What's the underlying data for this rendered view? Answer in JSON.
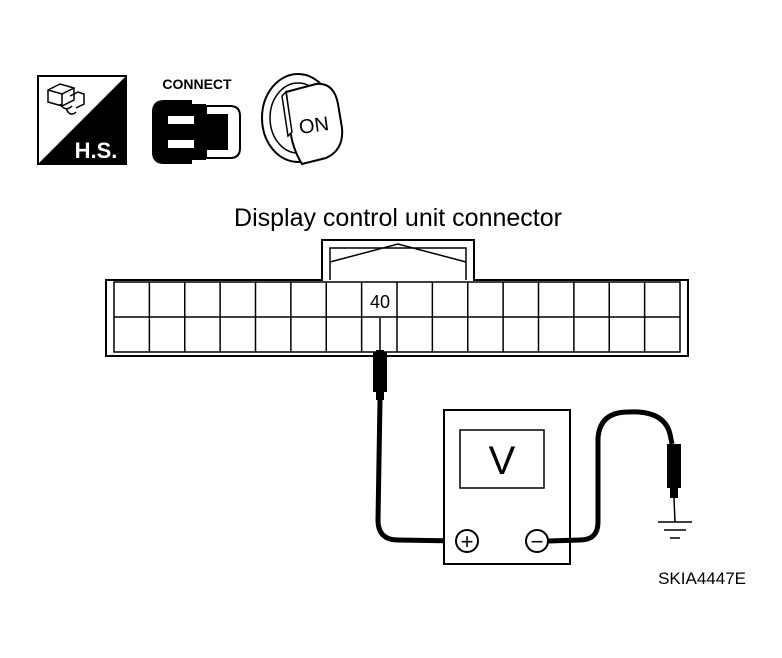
{
  "icons": {
    "hs_label": "H.S.",
    "connect_label": "CONNECT",
    "ignition_label": "ON"
  },
  "diagram": {
    "connector_title": "Display control unit connector",
    "terminal_label": "40",
    "meter_label": "V",
    "plus_symbol": "+",
    "minus_symbol": "−",
    "reference_code": "SKIA4447E"
  }
}
